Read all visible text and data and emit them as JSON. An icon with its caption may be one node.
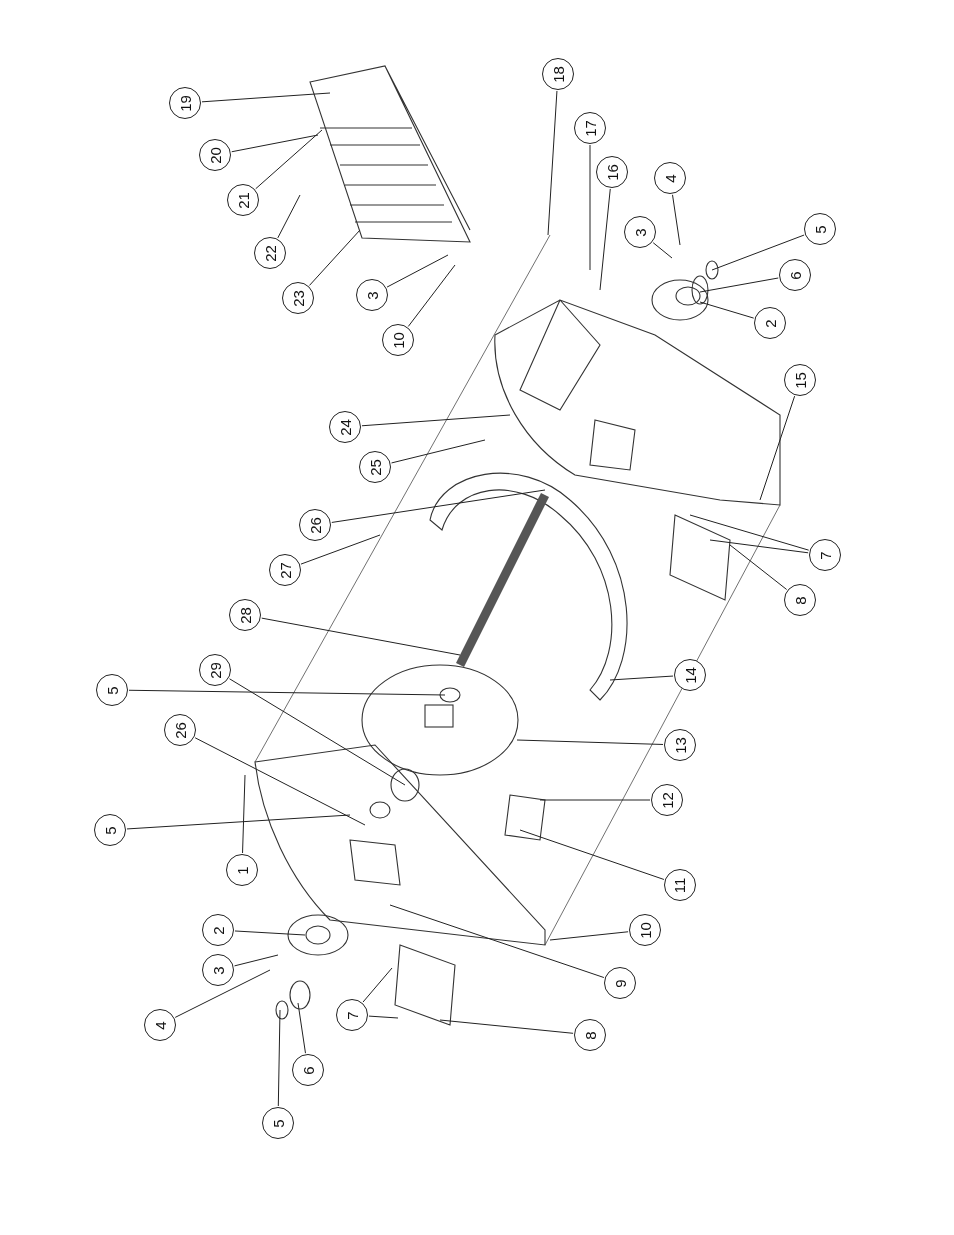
{
  "diagram": {
    "nodes": [
      {
        "text": [
          "19"
        ]
      },
      {
        "text": [
          "20"
        ]
      },
      {
        "text": [
          "21"
        ]
      },
      {
        "text": [
          "22"
        ]
      },
      {
        "text": [
          "23"
        ]
      },
      {
        "text": [
          "3"
        ]
      },
      {
        "text": [
          "10"
        ]
      },
      {
        "text": [
          "18"
        ]
      },
      {
        "text": [
          "17"
        ]
      },
      {
        "text": [
          "16"
        ]
      },
      {
        "text": [
          "4"
        ]
      },
      {
        "text": [
          "3"
        ]
      },
      {
        "text": [
          "5"
        ]
      },
      {
        "text": [
          "6"
        ]
      },
      {
        "text": [
          "2"
        ]
      },
      {
        "text": [
          "15"
        ]
      },
      {
        "text": [
          "24"
        ]
      },
      {
        "text": [
          "25"
        ]
      },
      {
        "text": [
          "26"
        ]
      },
      {
        "text": [
          "27"
        ]
      },
      {
        "text": [
          "7"
        ]
      },
      {
        "text": [
          "8"
        ]
      },
      {
        "text": [
          "28"
        ]
      },
      {
        "text": [
          "29"
        ]
      },
      {
        "text": [
          "5"
        ]
      },
      {
        "text": [
          "26"
        ]
      },
      {
        "text": [
          "14"
        ]
      },
      {
        "text": [
          "13"
        ]
      },
      {
        "text": [
          "5"
        ]
      },
      {
        "text": [
          "1"
        ]
      },
      {
        "text": [
          "12"
        ]
      },
      {
        "text": [
          "11"
        ]
      },
      {
        "text": [
          "10"
        ]
      },
      {
        "text": [
          "9"
        ]
      },
      {
        "text": [
          "2"
        ]
      },
      {
        "text": [
          "3"
        ]
      },
      {
        "text": [
          "4"
        ]
      },
      {
        "text": [
          "6"
        ]
      },
      {
        "text": [
          "5"
        ]
      },
      {
        "text": [
          "7"
        ]
      },
      {
        "text": [
          "8"
        ]
      }
    ],
    "edges": [
      {
        "from": 0,
        "to": null,
        "arrow": "none"
      },
      {
        "from": 1,
        "to": null,
        "arrow": "none"
      },
      {
        "from": 2,
        "to": null,
        "arrow": "none"
      },
      {
        "from": 3,
        "to": null,
        "arrow": "none"
      },
      {
        "from": 4,
        "to": null,
        "arrow": "none"
      },
      {
        "from": 5,
        "to": null,
        "arrow": "none"
      },
      {
        "from": 6,
        "to": null,
        "arrow": "none"
      },
      {
        "from": 7,
        "to": null,
        "arrow": "none"
      },
      {
        "from": 8,
        "to": null,
        "arrow": "none"
      },
      {
        "from": 9,
        "to": null,
        "arrow": "none"
      },
      {
        "from": 10,
        "to": null,
        "arrow": "none"
      },
      {
        "from": 11,
        "to": null,
        "arrow": "none"
      },
      {
        "from": 12,
        "to": null,
        "arrow": "none"
      },
      {
        "from": 13,
        "to": null,
        "arrow": "none"
      },
      {
        "from": 14,
        "to": null,
        "arrow": "none"
      },
      {
        "from": 15,
        "to": null,
        "arrow": "none"
      },
      {
        "from": 16,
        "to": null,
        "arrow": "none"
      },
      {
        "from": 17,
        "to": null,
        "arrow": "none"
      },
      {
        "from": 18,
        "to": null,
        "arrow": "none"
      },
      {
        "from": 19,
        "to": null,
        "arrow": "none"
      },
      {
        "from": 20,
        "to": null,
        "arrow": "none"
      },
      {
        "from": 20,
        "to": null,
        "arrow": "none"
      },
      {
        "from": 21,
        "to": null,
        "arrow": "none"
      },
      {
        "from": 22,
        "to": null,
        "arrow": "none"
      },
      {
        "from": 23,
        "to": null,
        "arrow": "none"
      },
      {
        "from": 24,
        "to": null,
        "arrow": "none"
      },
      {
        "from": 25,
        "to": null,
        "arrow": "none"
      },
      {
        "from": 26,
        "to": null,
        "arrow": "none"
      },
      {
        "from": 27,
        "to": null,
        "arrow": "none"
      },
      {
        "from": 28,
        "to": null,
        "arrow": "none"
      },
      {
        "from": 29,
        "to": null,
        "arrow": "none"
      },
      {
        "from": 30,
        "to": null,
        "arrow": "none"
      },
      {
        "from": 31,
        "to": null,
        "arrow": "none"
      },
      {
        "from": 32,
        "to": null,
        "arrow": "none"
      },
      {
        "from": 33,
        "to": null,
        "arrow": "none"
      },
      {
        "from": 34,
        "to": null,
        "arrow": "none"
      },
      {
        "from": 35,
        "to": null,
        "arrow": "none"
      },
      {
        "from": 36,
        "to": null,
        "arrow": "none"
      },
      {
        "from": 37,
        "to": null,
        "arrow": "none"
      },
      {
        "from": 38,
        "to": null,
        "arrow": "none"
      },
      {
        "from": 39,
        "to": null,
        "arrow": "none"
      },
      {
        "from": 39,
        "to": null,
        "arrow": "none"
      },
      {
        "from": 40,
        "to": null,
        "arrow": "none"
      }
    ]
  }
}
